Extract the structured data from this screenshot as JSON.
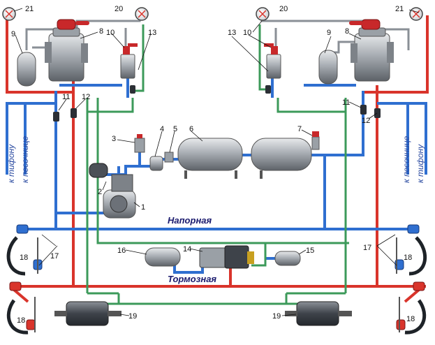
{
  "labels": {
    "pressure_line": "Напорная",
    "brake_line": "Тормозная",
    "to_horn": "к тифону",
    "to_sandbox": "к песочнице"
  },
  "callouts": {
    "n1": "1",
    "n2": "2",
    "n3": "3",
    "n4": "4",
    "n5": "5",
    "n6": "6",
    "n7": "7",
    "n8": "8",
    "n9": "9",
    "n10": "10",
    "n11": "11",
    "n12": "12",
    "n13": "13",
    "n14": "14",
    "n15": "15",
    "n16": "16",
    "n17": "17",
    "n18": "18",
    "n19": "19",
    "n20": "20",
    "n21": "21"
  },
  "colors": {
    "pressure_pipe": "#2f6fd0",
    "brake_pipe": "#d9342b",
    "control_pipe": "#3c9a5a",
    "gray_pipe": "#8a8f96",
    "equipment": "#9aa0a6",
    "valve_red": "#c8282a"
  }
}
